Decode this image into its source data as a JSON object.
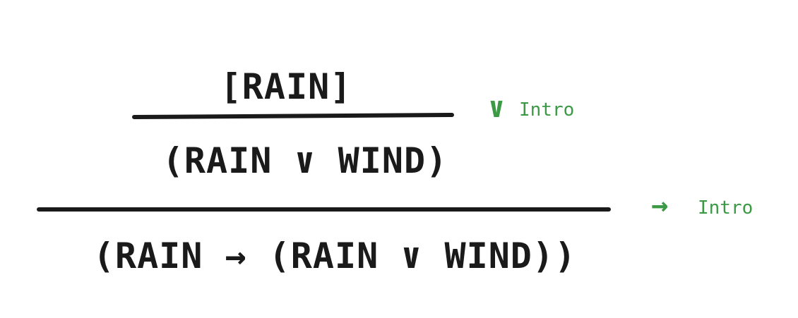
{
  "proof": {
    "assumption": "[RAIN]",
    "step1": {
      "conclusion": "(RAIN ∨ WIND)",
      "rule_symbol": "∨",
      "rule_name": "Intro"
    },
    "step2": {
      "conclusion": "(RAIN → (RAIN ∨ WIND))",
      "rule_symbol": "→",
      "rule_name": "Intro"
    }
  },
  "colors": {
    "ink": "#1a1a1a",
    "rule_label": "#3c9a46"
  }
}
